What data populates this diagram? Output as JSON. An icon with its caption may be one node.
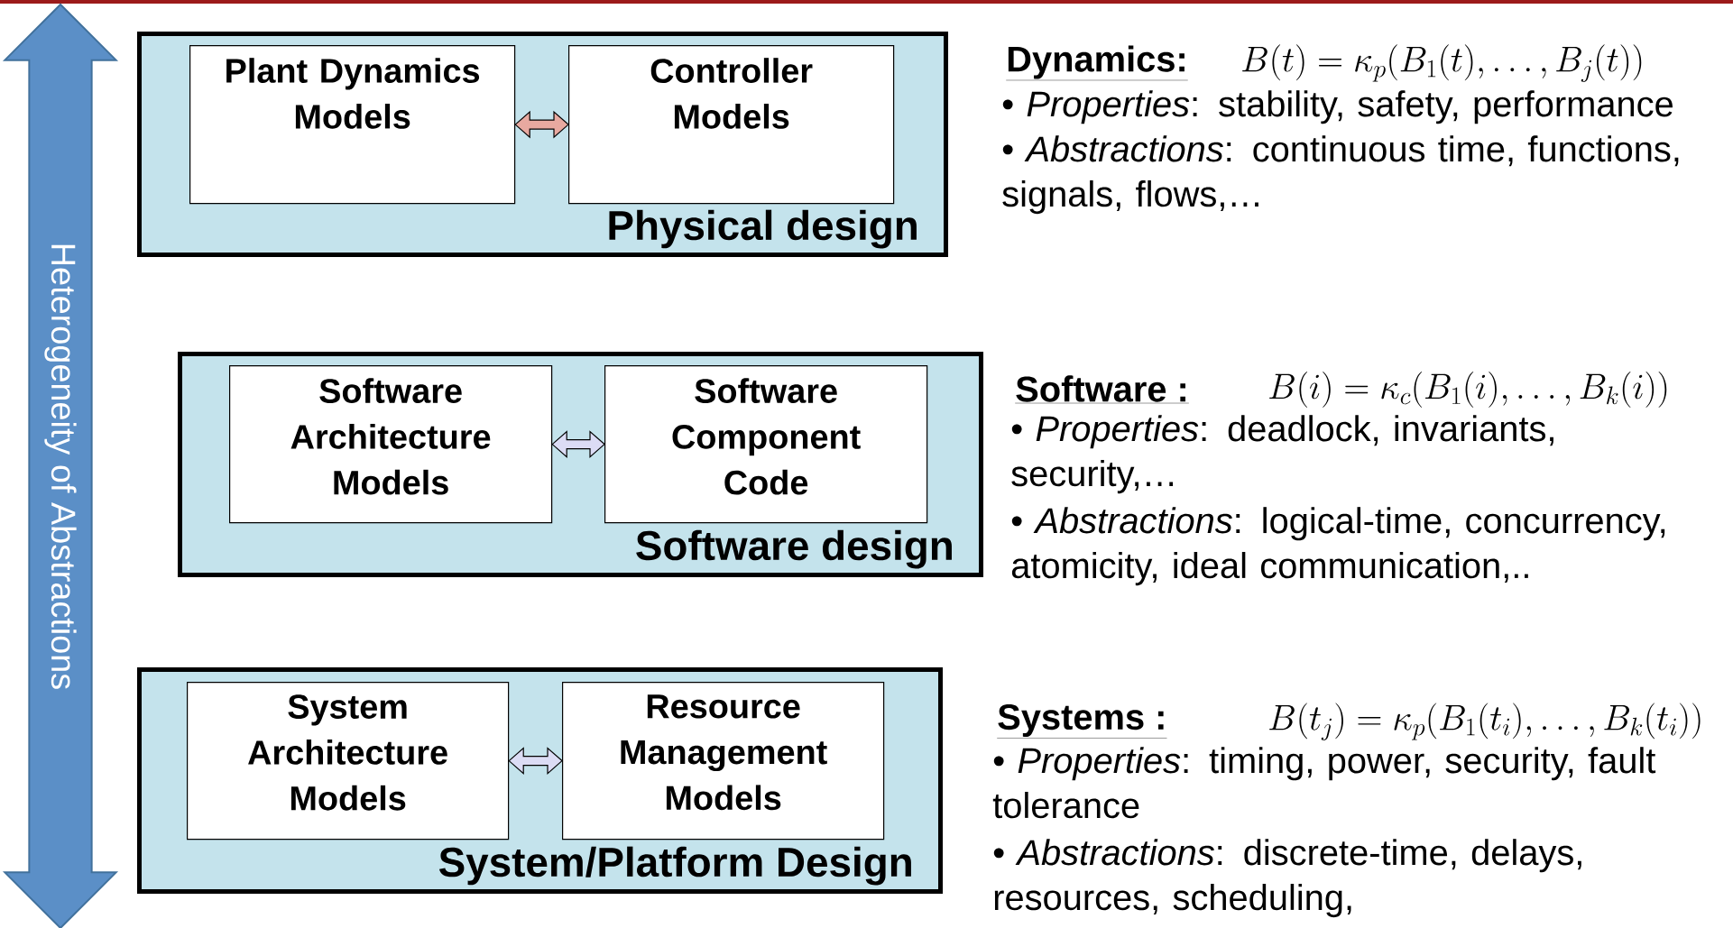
{
  "diagram": {
    "nodes": [
      {
        "text": [
          "Physical design"
        ]
      },
      {
        "text": [
          "Plant Dynamics Models"
        ],
        "in": 0
      },
      {
        "text": [
          "Controller Models"
        ],
        "in": 0
      },
      {
        "text": [
          "Software design"
        ]
      },
      {
        "text": [
          "Software Architecture Models"
        ],
        "in": 3
      },
      {
        "text": [
          "Software Component Code"
        ],
        "in": 3
      },
      {
        "text": [
          "System/Platform Design"
        ]
      },
      {
        "text": [
          "System Architecture Models"
        ],
        "in": 6
      },
      {
        "text": [
          "Resource Management Models"
        ],
        "in": 6
      },
      {
        "text": [
          "Heterogeneity of Abstractions"
        ]
      }
    ],
    "edges": [
      {
        "from": 1,
        "to": 2,
        "arrow": "both",
        "color": "#e8a9a0"
      },
      {
        "from": 4,
        "to": 5,
        "arrow": "both"
      },
      {
        "from": 7,
        "to": 8,
        "arrow": "both"
      }
    ],
    "labels": [
      "Dynamics:",
      "B(t) = \\kappa_p (B_1(t),\\ldots,B_j(t))",
      "• *Properties*: stability, safety, performance",
      "• *Abstractions*: continuous time, functions, signals, flows,…",
      "Software :",
      "B(i) = \\kappa_c (B_1(i),\\ldots,B_k(i))",
      "• *Properties*: deadlock, invariants, security,…",
      "• *Abstractions*: logical-time, concurrency, atomicity, ideal communication,..",
      "Systems :",
      "B(t_j) = \\kappa_p (B_1(t_i),\\ldots,B_k(t_i))",
      "• *Properties*: timing, power, security, fault tolerance",
      "• *Abstractions*: discrete-time, delays, resources, scheduling,"
    ]
  }
}
